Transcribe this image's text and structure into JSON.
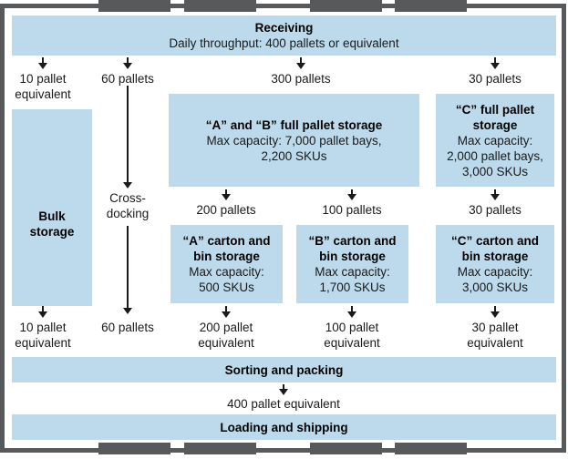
{
  "colors": {
    "node_fill": "#bcdaeb",
    "wall_gray": "#58595b",
    "text": "#1a1a1a"
  },
  "diagram": {
    "receiving": {
      "title": "Receiving",
      "subtitle": "Daily throughput: 400 pallets or equivalent"
    },
    "bulk_storage": {
      "title": "Bulk storage"
    },
    "cross_docking": {
      "label": "Cross-docking"
    },
    "ab_full_pallet": {
      "title": "“A” and “B” full pallet storage",
      "body": "Max capacity: 7,000 pallet bays, 2,200 SKUs"
    },
    "c_full_pallet": {
      "title": "“C” full pallet storage",
      "body": "Max capacity: 2,000 pallet bays, 3,000 SKUs"
    },
    "a_carton": {
      "title": "“A” carton and bin storage",
      "body": "Max capacity: 500 SKUs"
    },
    "b_carton": {
      "title": "“B” carton and bin storage",
      "body": "Max capacity: 1,700 SKUs"
    },
    "c_carton": {
      "title": "“C” carton and bin storage",
      "body": "Max capacity: 3,000 SKUs"
    },
    "sorting_packing": {
      "title": "Sorting and packing"
    },
    "loading_shipping": {
      "title": "Loading and shipping"
    },
    "flow_labels": {
      "from_receiving": [
        "10 pallet equivalent",
        "60 pallets",
        "300 pallets",
        "30 pallets"
      ],
      "from_full_pallet": [
        "200 pallets",
        "100 pallets",
        "30 pallets"
      ],
      "to_sorting": [
        "10 pallet equivalent",
        "60 pallets",
        "200 pallet equivalent",
        "100 pallet equivalent",
        "30 pallet equivalent"
      ],
      "to_loading": "400 pallet equivalent"
    }
  }
}
